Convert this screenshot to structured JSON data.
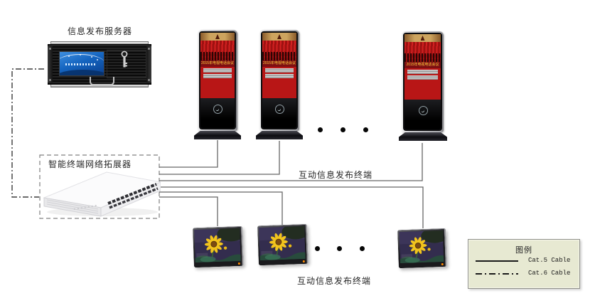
{
  "nodes": {
    "server": {
      "label": "信息发布服务器"
    },
    "switch": {
      "label": "智能终端网络拓展器"
    },
    "kiosk_group": {
      "label": "互动信息发布终端",
      "screen_title": "2015年电视电话会议"
    },
    "monitor_group": {
      "label": "互动信息发布终端"
    }
  },
  "legend": {
    "title": "图例",
    "entries": [
      {
        "line_style": "solid",
        "label": "Cat.5 Cable"
      },
      {
        "line_style": "dash-dot",
        "label": "Cat.6 Cable"
      }
    ]
  },
  "connections": [
    {
      "from": "server",
      "to": "switch",
      "cable": "Cat.6 Cable"
    },
    {
      "from": "switch",
      "to": "kiosk-1",
      "cable": "Cat.5 Cable"
    },
    {
      "from": "switch",
      "to": "kiosk-2",
      "cable": "Cat.5 Cable"
    },
    {
      "from": "switch",
      "to": "kiosk-3",
      "cable": "Cat.5 Cable"
    },
    {
      "from": "switch",
      "to": "monitor-1",
      "cable": "Cat.5 Cable"
    },
    {
      "from": "switch",
      "to": "monitor-2",
      "cable": "Cat.5 Cable"
    },
    {
      "from": "switch",
      "to": "monitor-3",
      "cable": "Cat.5 Cable"
    }
  ],
  "icons": {
    "server_key": "key-icon",
    "kiosk_logo": "emblem-circle-icon",
    "monitor_art": "sunflower-graphic"
  },
  "colors": {
    "kiosk_screen_red": "#b81616",
    "monitor_screen_bg": "#332d4e",
    "legend_bg": "#e7e9d2",
    "cable_line": "#666666",
    "dash_cable_line": "#3a3a3a"
  }
}
